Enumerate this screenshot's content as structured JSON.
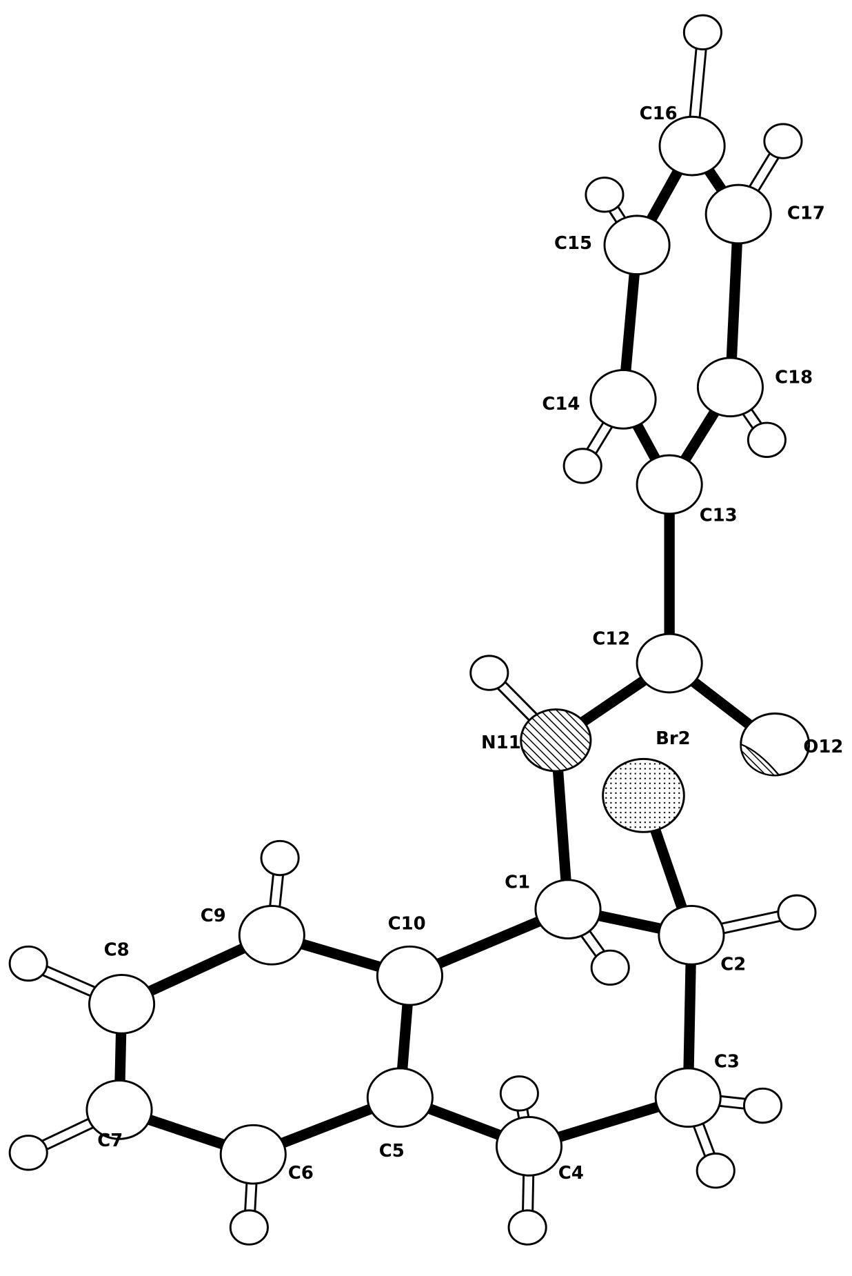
{
  "diagram": {
    "type": "molecular-structure",
    "atoms": [
      {
        "id": "C1",
        "label": "C1",
        "element": "C"
      },
      {
        "id": "Br2",
        "label": "Br2",
        "element": "Br"
      },
      {
        "id": "C2",
        "label": "C2",
        "element": "C"
      },
      {
        "id": "C3",
        "label": "C3",
        "element": "C"
      },
      {
        "id": "C4",
        "label": "C4",
        "element": "C"
      },
      {
        "id": "C5",
        "label": "C5",
        "element": "C"
      },
      {
        "id": "C6",
        "label": "C6",
        "element": "C"
      },
      {
        "id": "C7",
        "label": "C7",
        "element": "C"
      },
      {
        "id": "C8",
        "label": "C8",
        "element": "C"
      },
      {
        "id": "C9",
        "label": "C9",
        "element": "C"
      },
      {
        "id": "C10",
        "label": "C10",
        "element": "C"
      },
      {
        "id": "N11",
        "label": "N11",
        "element": "N"
      },
      {
        "id": "C12",
        "label": "C12",
        "element": "C"
      },
      {
        "id": "O12",
        "label": "O12",
        "element": "O"
      },
      {
        "id": "C13",
        "label": "C13",
        "element": "C"
      },
      {
        "id": "C14",
        "label": "C14",
        "element": "C"
      },
      {
        "id": "C15",
        "label": "C15",
        "element": "C"
      },
      {
        "id": "C16",
        "label": "C16",
        "element": "C"
      },
      {
        "id": "C17",
        "label": "C17",
        "element": "C"
      },
      {
        "id": "C18",
        "label": "C18",
        "element": "C"
      }
    ],
    "bonds": [
      [
        "C16",
        "C15"
      ],
      [
        "C16",
        "C17"
      ],
      [
        "C15",
        "C14"
      ],
      [
        "C17",
        "C18"
      ],
      [
        "C14",
        "C13"
      ],
      [
        "C18",
        "C13"
      ],
      [
        "C13",
        "C12"
      ],
      [
        "C12",
        "N11"
      ],
      [
        "C12",
        "O12"
      ],
      [
        "N11",
        "C1"
      ],
      [
        "C1",
        "C2"
      ],
      [
        "C1",
        "C10"
      ],
      [
        "C2",
        "Br2"
      ],
      [
        "C2",
        "C3"
      ],
      [
        "C3",
        "C4"
      ],
      [
        "C4",
        "C5"
      ],
      [
        "C5",
        "C10"
      ],
      [
        "C5",
        "C6"
      ],
      [
        "C6",
        "C7"
      ],
      [
        "C7",
        "C8"
      ],
      [
        "C8",
        "C9"
      ],
      [
        "C9",
        "C10"
      ]
    ],
    "hydrogens": [
      "C16",
      "C17",
      "C15",
      "C14",
      "C18",
      "N11",
      "C1",
      "C2",
      "C3",
      "C3",
      "C4",
      "C4",
      "C6",
      "C7",
      "C8",
      "C9"
    ]
  }
}
